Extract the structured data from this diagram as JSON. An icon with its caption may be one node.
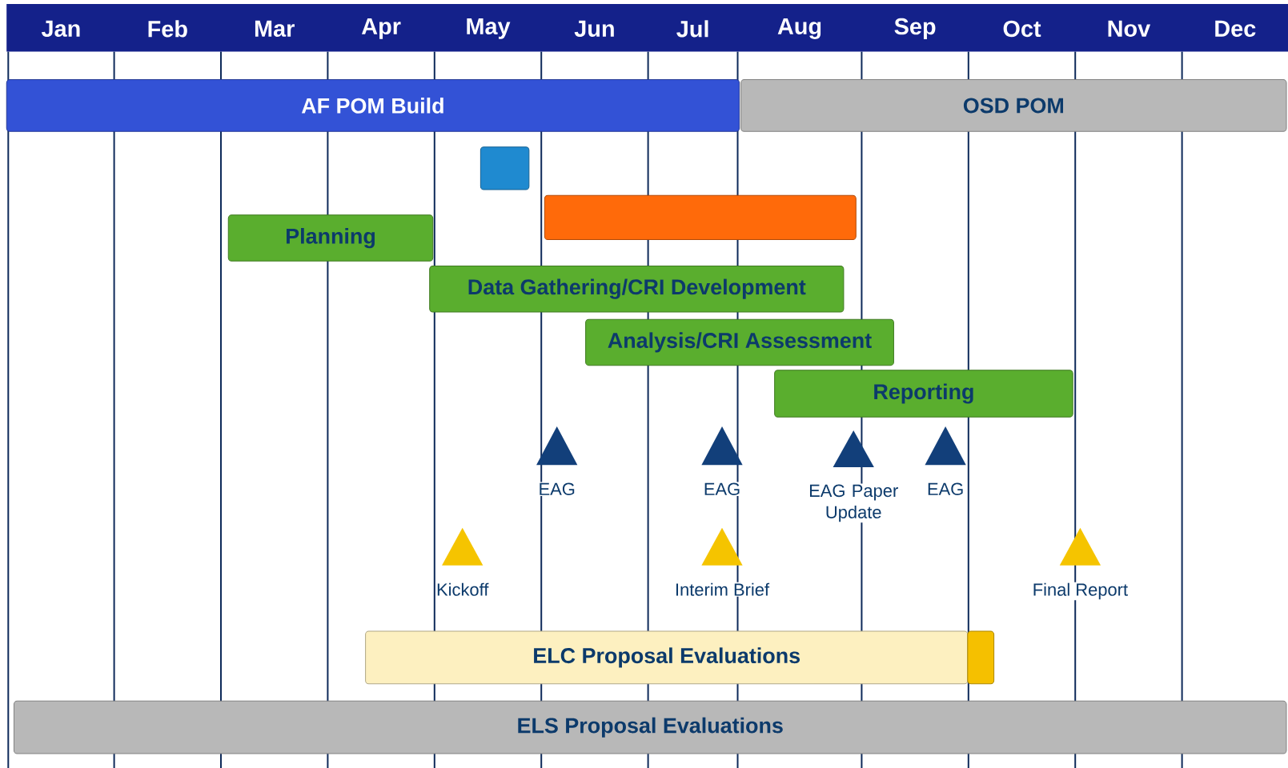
{
  "diagram": {
    "nodes": [
      {
        "text": [
          "AF POM Build"
        ]
      },
      {
        "text": [
          "OSD POM"
        ]
      },
      {
        "text": [],
        "shape": "box"
      },
      {
        "text": [],
        "shape": "box"
      },
      {
        "text": [
          "Planning"
        ]
      },
      {
        "text": [
          "Data Gathering/CRI Development"
        ]
      },
      {
        "text": [
          "Analysis/CRI Assessment"
        ]
      },
      {
        "text": [
          "Reporting"
        ]
      },
      {
        "text": [],
        "shape": "triangle",
        "beside": [
          "EAG"
        ]
      },
      {
        "text": [],
        "shape": "triangle",
        "beside": [
          "EAG"
        ]
      },
      {
        "text": [],
        "shape": "triangle",
        "beside": [
          "EAG Paper Update"
        ]
      },
      {
        "text": [],
        "shape": "triangle",
        "beside": [
          "EAG"
        ]
      },
      {
        "text": [],
        "shape": "triangle",
        "beside": [
          "Kickoff"
        ]
      },
      {
        "text": [],
        "shape": "triangle",
        "beside": [
          "Interim Brief"
        ]
      },
      {
        "text": [],
        "shape": "triangle",
        "beside": [
          "Final Report"
        ]
      },
      {
        "text": [
          "ELC Proposal Evaluations"
        ]
      },
      {
        "text": [],
        "shape": "box"
      },
      {
        "text": [
          "ELS Proposal Evaluations"
        ]
      }
    ],
    "labels": [
      "Jan",
      "Feb",
      "Mar",
      "Apr",
      "May",
      "Jun",
      "Jul",
      "Aug",
      "Sep",
      "Oct",
      "Nov",
      "Dec"
    ]
  }
}
